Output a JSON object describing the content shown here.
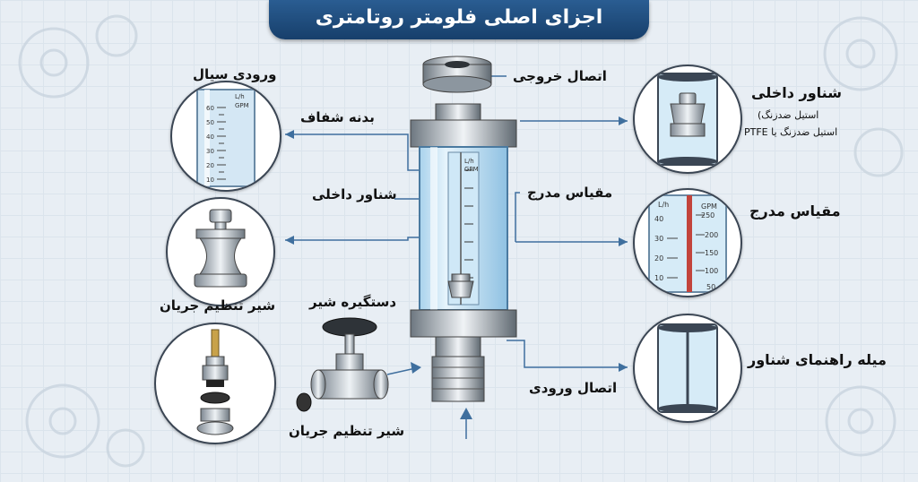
{
  "title": "اجزای اصلی فلومتر روتامتری",
  "labels": {
    "fluid_inlet": "ورودی سیال",
    "transparent_body": "بدنه شفاف",
    "inner_float_left": "شناور داخلی",
    "flow_valve_left": "شیر تنظیم جریان",
    "valve_handle": "دستگیره شیر",
    "flow_valve_bottom": "شیر تنظیم جریان",
    "outlet_connection": "اتصال خروجی",
    "graduated_scale_center": "مقیاس مدرج",
    "inlet_connection": "اتصال ورودی",
    "inner_float_right": "شناور داخلی",
    "float_material_1": "استیل ضدزنگ)",
    "float_material_2": "استیل ضدزنگ یا PTFE",
    "graduated_scale_right": "مقیاس مدرج",
    "float_guide_rod": "میله راهنمای شناور"
  },
  "scale_left": {
    "units": [
      "L/h",
      "GPM"
    ],
    "values": [
      "60",
      "50",
      "40",
      "30",
      "20",
      "10"
    ]
  },
  "scale_right": {
    "units": [
      "L/h",
      "GPM"
    ],
    "gpm_values": [
      "250",
      "200",
      "150",
      "100",
      "50"
    ],
    "lh_values": [
      "40",
      "30",
      "20",
      "10"
    ]
  },
  "scale_tube": {
    "units": [
      "L/h",
      "GPM"
    ]
  }
}
